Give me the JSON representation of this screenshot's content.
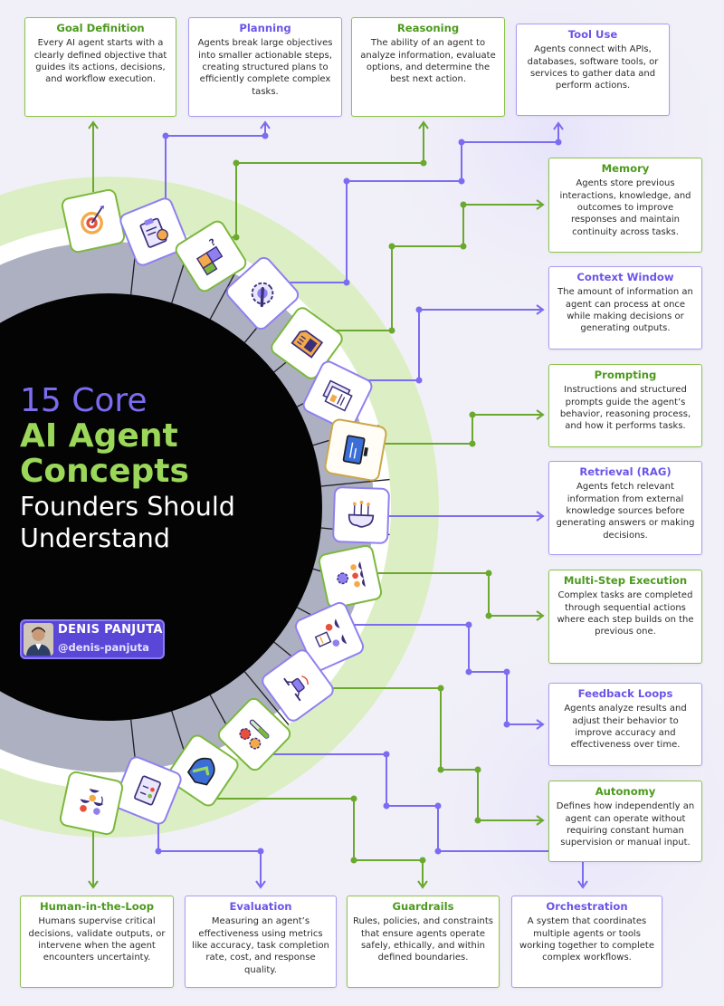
{
  "title": {
    "line1": "15 Core",
    "line2": "AI Agent",
    "line3": "Concepts",
    "line4": "Founders Should",
    "line5": "Understand"
  },
  "author": {
    "name": "DENIS PANJUTA",
    "handle": "@denis-panjuta"
  },
  "colors": {
    "green": "#7cb83d",
    "purple": "#7b6cf0",
    "dark": "#050505",
    "band": "#aeb0bf",
    "ring": "#d9ecc0"
  },
  "concepts": [
    {
      "title": "Goal Definition",
      "text": "Every AI agent starts with a clearly defined objective that guides its actions, decisions, and workflow execution.",
      "icon": "target-icon"
    },
    {
      "title": "Planning",
      "text": "Agents break large objectives into smaller actionable steps, creating structured plans to efficiently complete complex tasks.",
      "icon": "clipboard-icon"
    },
    {
      "title": "Reasoning",
      "text": "The ability of an agent to analyze information, evaluate options, and determine the best next action.",
      "icon": "puzzle-icon"
    },
    {
      "title": "Tool Use",
      "text": "Agents connect with APIs, databases, software tools, or services to gather data and perform actions.",
      "icon": "wrench-gear-icon"
    },
    {
      "title": "Memory",
      "text": "Agents store previous interactions, knowledge, and outcomes to improve responses and maintain continuity across tasks.",
      "icon": "memory-card-icon"
    },
    {
      "title": "Context Window",
      "text": "The amount of information an agent can process at once while making decisions or generating outputs.",
      "icon": "documents-icon"
    },
    {
      "title": "Prompting",
      "text": "Instructions and structured prompts guide the agent’s behavior, reasoning process, and how it performs tasks.",
      "icon": "monitor-icon"
    },
    {
      "title": "Retrieval (RAG)",
      "text": "Agents fetch relevant information from external knowledge sources before generating answers or making decisions.",
      "icon": "brain-circuit-icon"
    },
    {
      "title": "Multi-Step Execution",
      "text": "Complex tasks are completed through sequential actions where each step builds on the previous one.",
      "icon": "team-gear-icon"
    },
    {
      "title": "Feedback Loops",
      "text": "Agents analyze results and adjust their behavior to improve accuracy and effectiveness over time.",
      "icon": "feedback-icon"
    },
    {
      "title": "Autonomy",
      "text": "Defines how independently an agent can operate without requiring constant human supervision or manual input.",
      "icon": "drone-icon"
    },
    {
      "title": "Orchestration",
      "text": "A system that coordinates multiple agents or tools working together to complete complex workflows.",
      "icon": "gears-icon"
    },
    {
      "title": "Guardrails",
      "text": "Rules, policies, and constraints that ensure agents operate safely, ethically, and within defined boundaries.",
      "icon": "shield-check-icon"
    },
    {
      "title": "Evaluation",
      "text": "Measuring an agent’s effectiveness using metrics like accuracy, task completion rate, cost, and response quality.",
      "icon": "checklist-icon"
    },
    {
      "title": "Human-in-the-Loop",
      "text": "Humans supervise critical decisions, validate outputs, or intervene when the agent encounters uncertainty.",
      "icon": "people-icon"
    }
  ]
}
